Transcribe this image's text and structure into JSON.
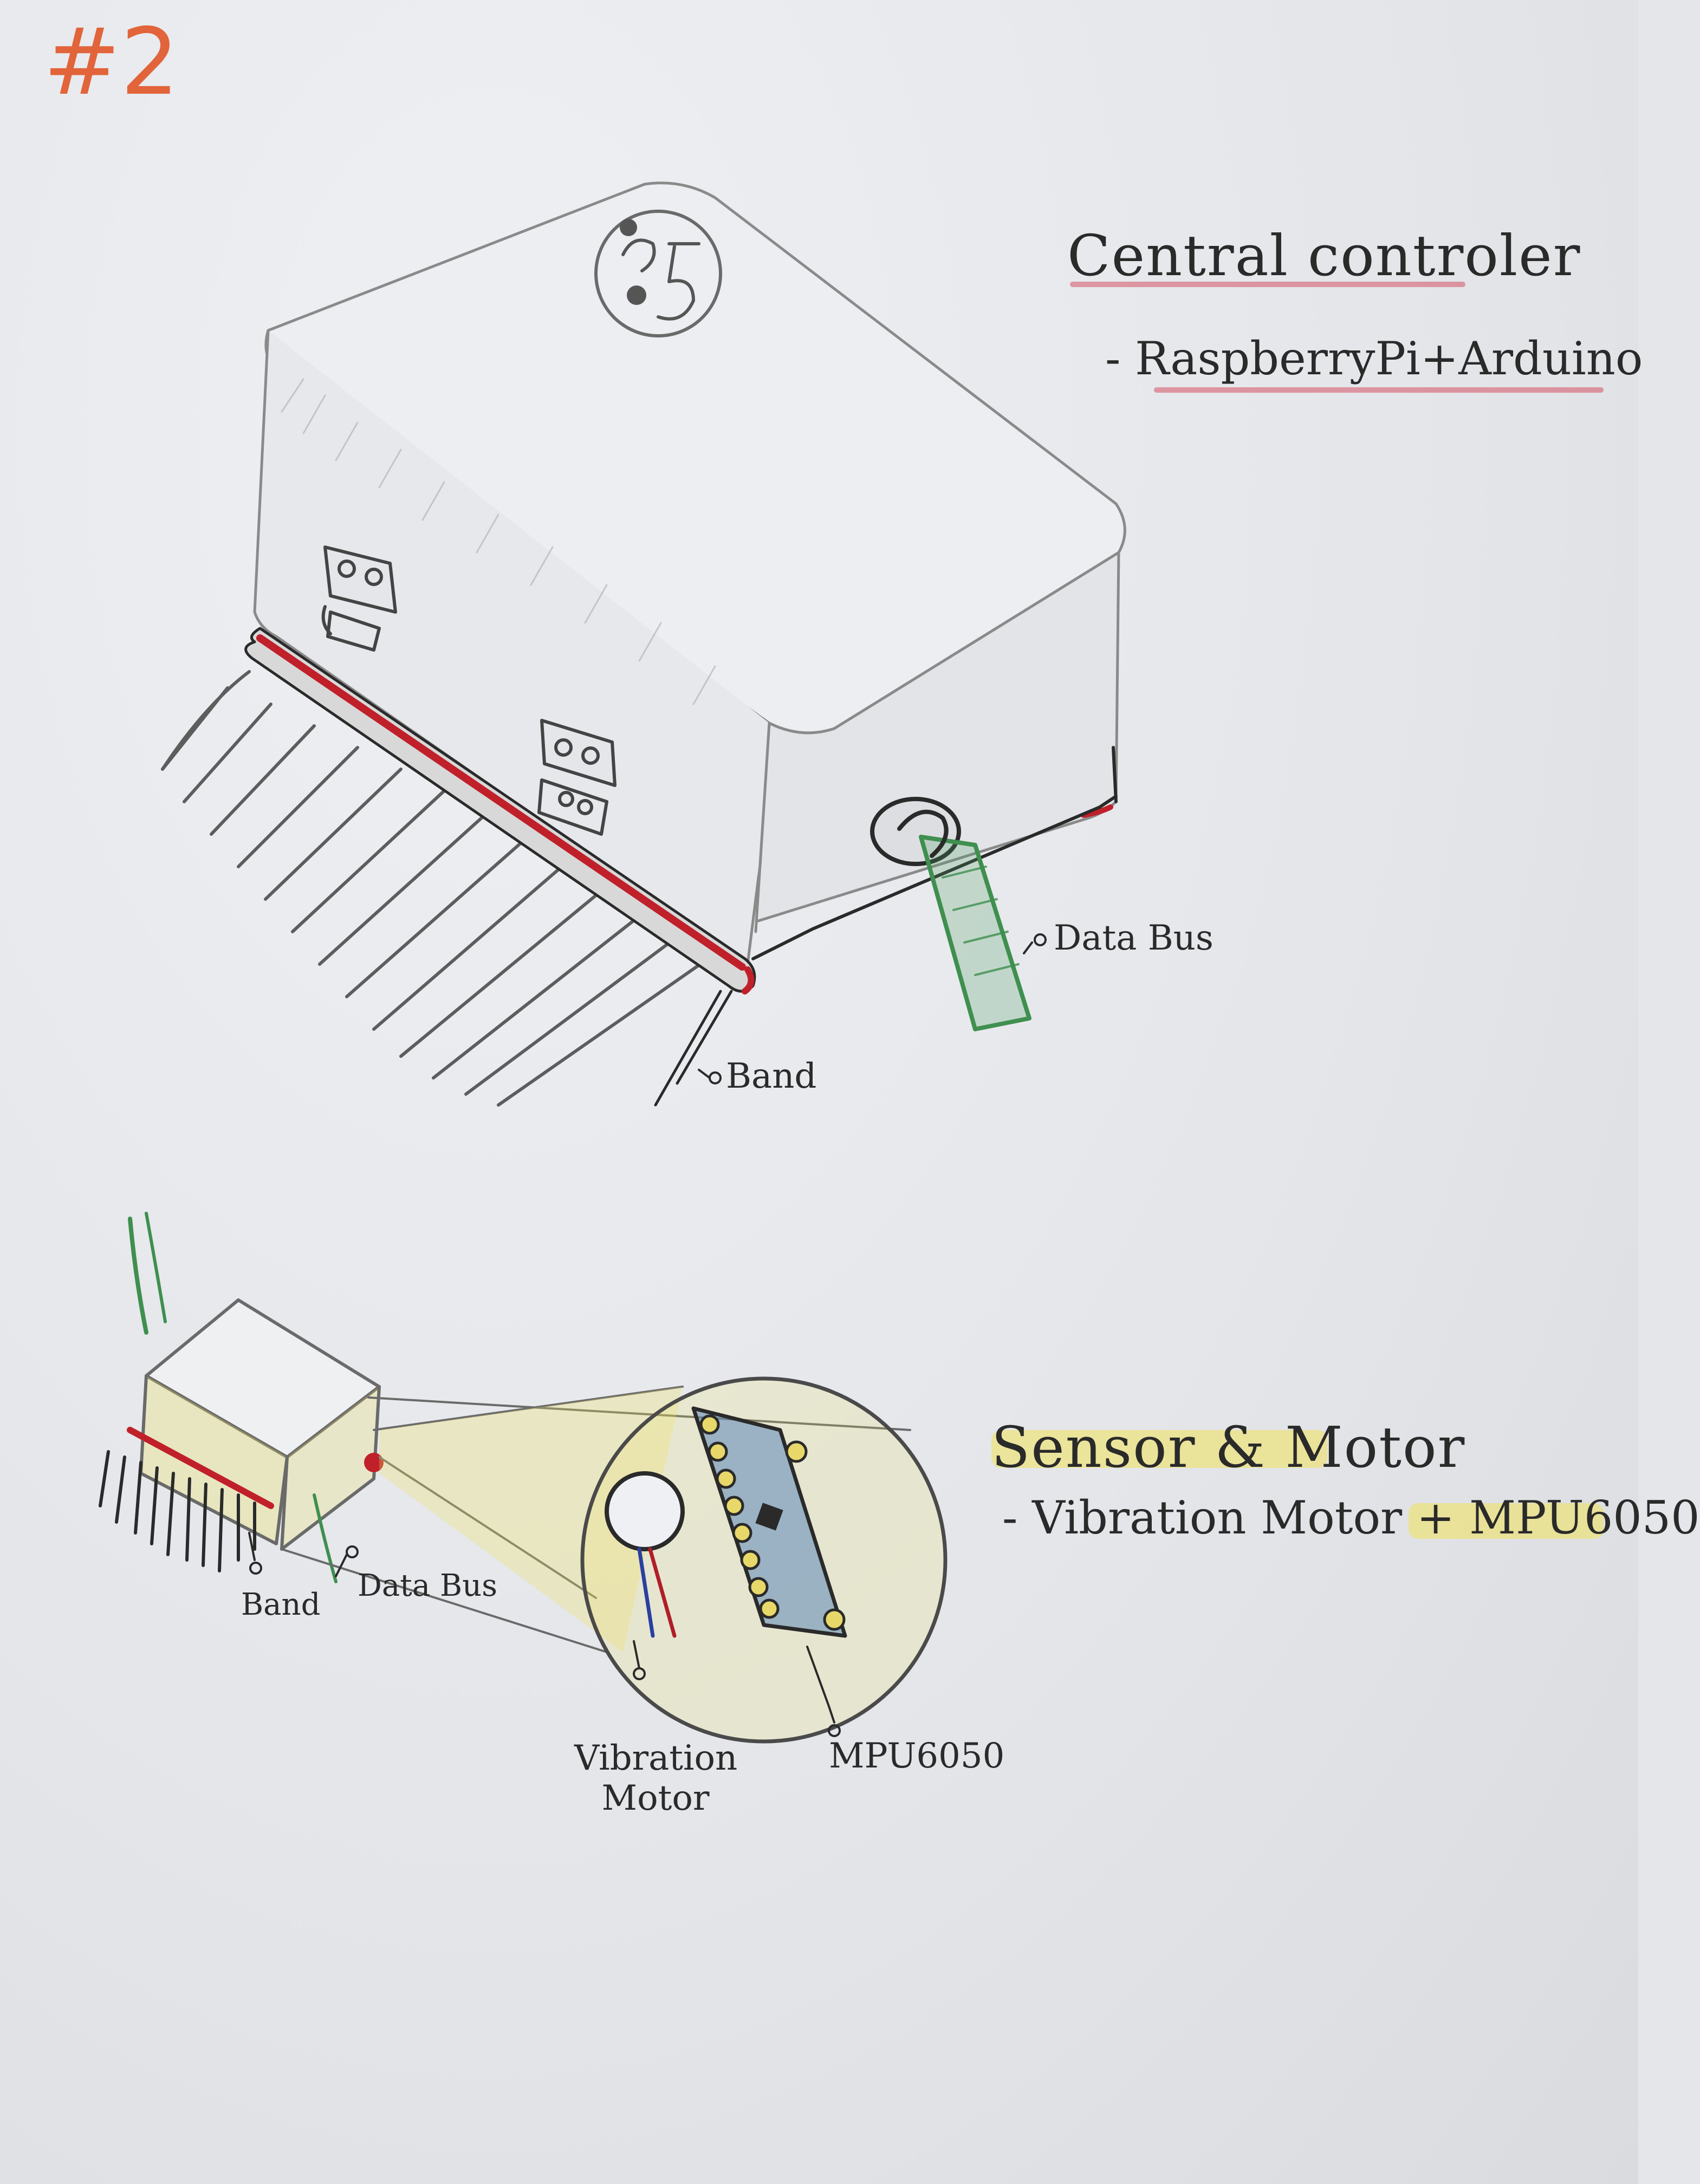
{
  "page_number": "#2",
  "central_controller": {
    "heading": "Central controler",
    "detail": "- RaspberryPi+Arduino",
    "callouts": {
      "data_bus": "Data Bus",
      "band": "Band"
    }
  },
  "sensor_motor": {
    "heading": "Sensor & Motor",
    "detail": "- Vibration Motor + MPU6050",
    "callouts": {
      "band": "Band",
      "data_bus": "Data Bus",
      "vibration_motor": "Vibration Motor",
      "mpu6050": "MPU6050"
    }
  },
  "colors": {
    "ink": "#2a2a2a",
    "pencil": "#7a7a7a",
    "band_red": "#c0202a",
    "bus_green": "#3f8f4f",
    "page_number_orange": "#e2643a",
    "highlight_yellow": "#f0e15a",
    "pcb_blue": "#5b86b8"
  }
}
